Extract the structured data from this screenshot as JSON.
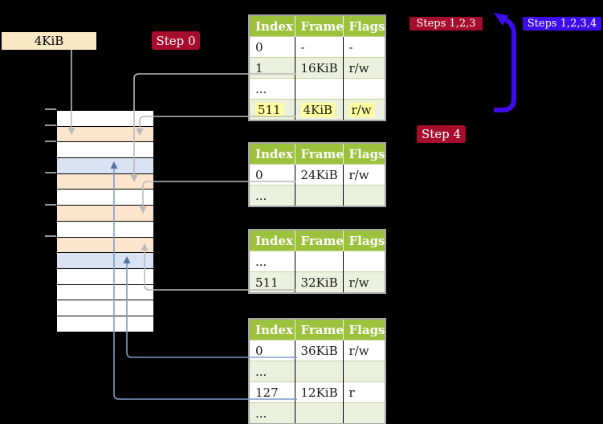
{
  "labels": {
    "frame_size": "4KiB",
    "step0": "Step 0",
    "steps123": "Steps 1,2,3",
    "steps1234": "Steps 1,2,3,4",
    "step4": "Step 4"
  },
  "memory": {
    "description": "physical memory frames, 4KiB each",
    "cells": [
      "white",
      "peach",
      "white",
      "blue",
      "peach",
      "white",
      "peach",
      "white",
      "peach",
      "blue",
      "white",
      "white",
      "white",
      "white"
    ]
  },
  "tables": [
    {
      "headers": [
        "Index",
        "Frame",
        "Flags"
      ],
      "rows": [
        {
          "cells": [
            "0",
            "-",
            "-"
          ]
        },
        {
          "cells": [
            "1",
            "16KiB",
            "r/w"
          ]
        },
        {
          "cells": [
            "...",
            "",
            ""
          ]
        },
        {
          "cells": [
            "511",
            "4KiB",
            "r/w"
          ],
          "highlighted": true
        }
      ]
    },
    {
      "headers": [
        "Index",
        "Frame",
        "Flags"
      ],
      "rows": [
        {
          "cells": [
            "0",
            "24KiB",
            "r/w"
          ]
        },
        {
          "cells": [
            "...",
            "",
            ""
          ]
        }
      ]
    },
    {
      "headers": [
        "Index",
        "Frame",
        "Flags"
      ],
      "rows": [
        {
          "cells": [
            "...",
            "",
            ""
          ]
        },
        {
          "cells": [
            "511",
            "32KiB",
            "r/w"
          ]
        }
      ]
    },
    {
      "headers": [
        "Index",
        "Frame",
        "Flags"
      ],
      "rows": [
        {
          "cells": [
            "0",
            "36KiB",
            "r/w"
          ]
        },
        {
          "cells": [
            "...",
            "",
            ""
          ]
        },
        {
          "cells": [
            "127",
            "12KiB",
            "r"
          ]
        },
        {
          "cells": [
            "...",
            "",
            ""
          ]
        }
      ]
    }
  ],
  "colors": {
    "background": "#000000",
    "table_header_green": "#9cc13c",
    "row_shade_green": "#ebf1dd",
    "row_border_green": "#c7d49e",
    "table_outer_border": "#a6a6a6",
    "highlight_yellow": "#ffff9e",
    "frame_peach": "#fce5cd",
    "frame_blue": "#dae3f3",
    "label_wheat": "#fae7c4",
    "badge_red": "#a60d2c",
    "accent_blue": "#3d0ce9",
    "line_gray": "#b9b9b9",
    "line_blue": "#7e9cc8",
    "head_blue": "#53779f"
  }
}
